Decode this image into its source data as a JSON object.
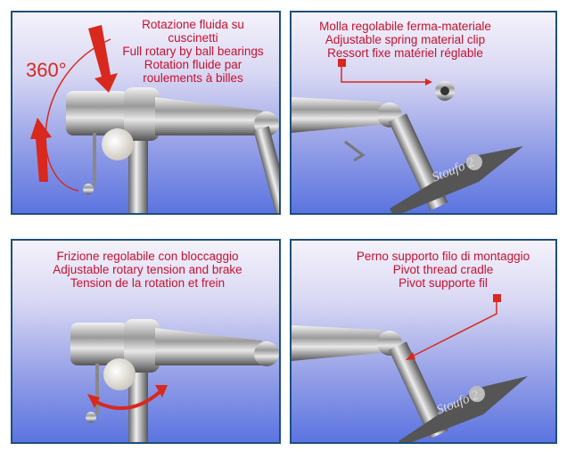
{
  "panels": [
    {
      "lines": [
        "Rotazione fluida su",
        "cuscinetti",
        "Full rotary by ball bearings",
        "Rotation fluide par",
        "roulements à billes"
      ],
      "badge": "360°"
    },
    {
      "lines": [
        "Molla regolabile ferma-materiale",
        "Adjustable spring material clip",
        "Ressort fixe matériel réglable"
      ],
      "logo": "Stoufo 2"
    },
    {
      "lines": [
        "Frizione regolabile con bloccaggio",
        "Adjustable rotary tension and brake",
        "Tension de la rotation et frein"
      ]
    },
    {
      "lines": [
        "Perno supporto filo di montaggio",
        "Pivot thread cradle",
        "Pivot supporte fil"
      ],
      "logo": "Stoufo 2"
    }
  ],
  "colors": {
    "accent": "#c8102e",
    "border": "#1d4f7c"
  }
}
